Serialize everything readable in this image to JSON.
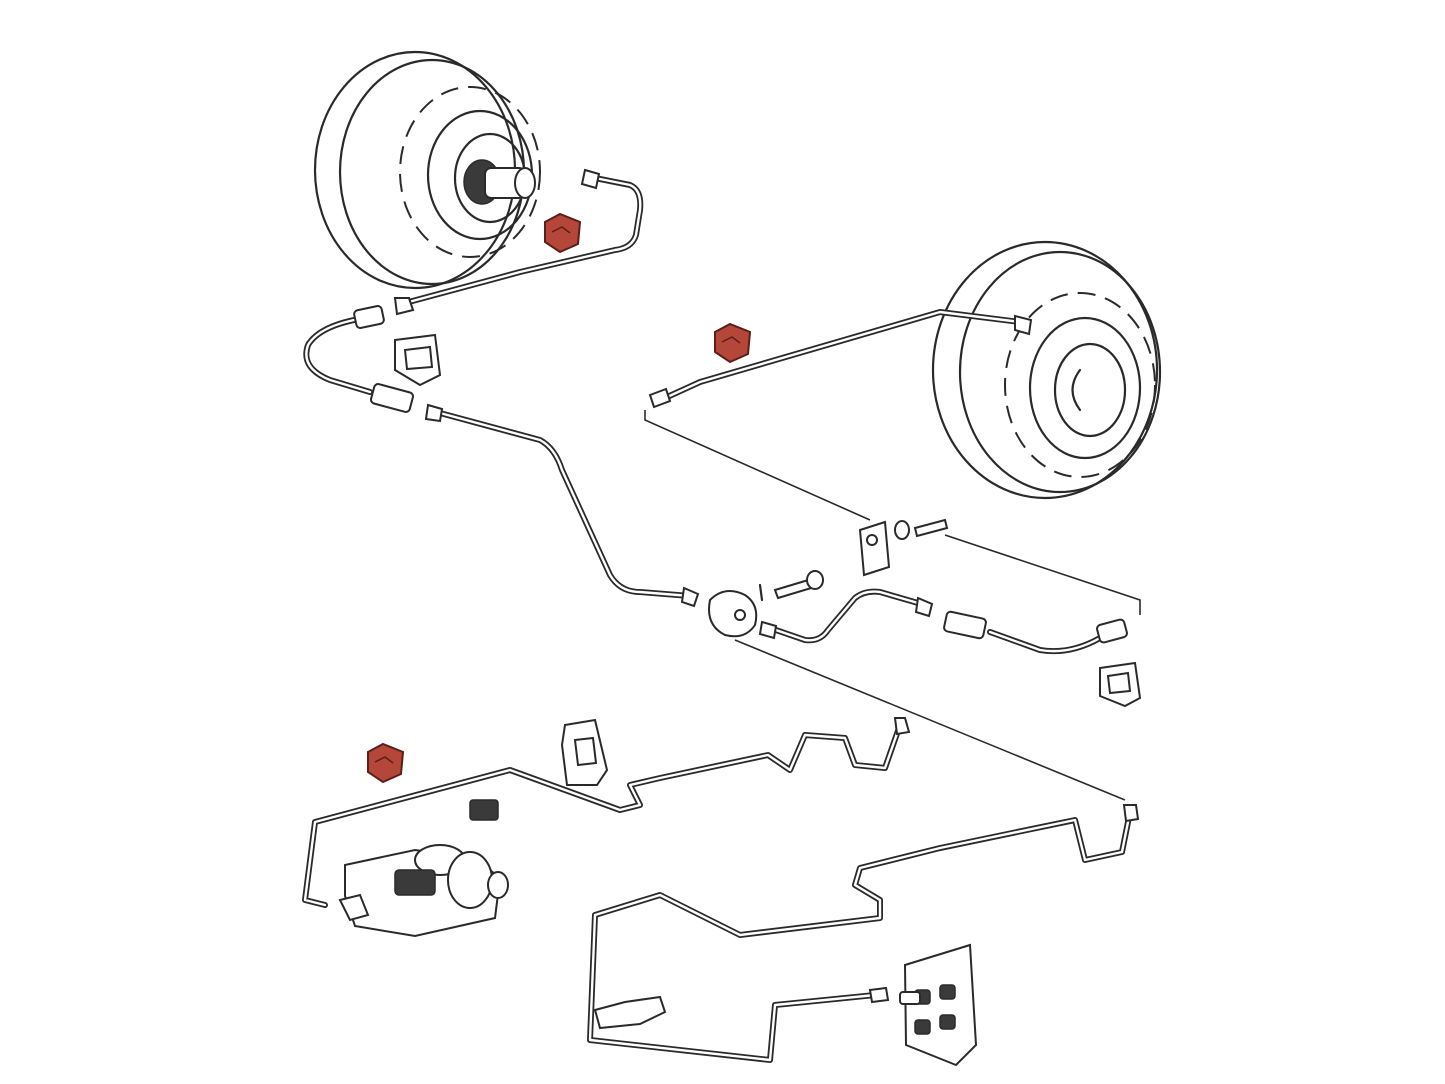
{
  "diagram": {
    "type": "exploded brake line assembly",
    "colors": {
      "line": "#2a2a2a",
      "background": "#ffffff",
      "highlighted_clip": "#b5473a"
    },
    "components": [
      "front-wheel",
      "rear-wheel",
      "flex-hose-left",
      "flex-hose-right",
      "tee-junction",
      "master-cylinder",
      "distribution-block",
      "brake-line-clips"
    ],
    "highlighted_parts_count": 3
  }
}
